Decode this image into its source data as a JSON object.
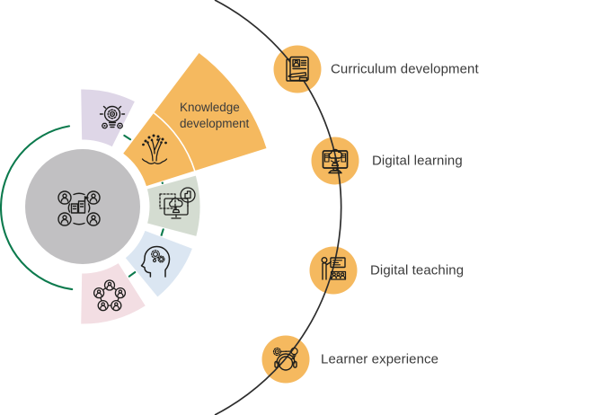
{
  "hub": {
    "icon": "campus-community-icon",
    "fill": "#c1c0c2"
  },
  "ring": {
    "arc_color": "#0c7a4d",
    "wedges": [
      {
        "id": "innovation",
        "icon": "lightbulb-gear-icon",
        "color": "#ded6e7",
        "label": ""
      },
      {
        "id": "knowledge-development",
        "icon": "growth-tree-icon",
        "color": "#f5b95f",
        "label": "Knowledge development"
      },
      {
        "id": "digital-campus",
        "icon": "monitor-cloud-search-icon",
        "color": "#d4dcd1",
        "label": ""
      },
      {
        "id": "cognition",
        "icon": "head-gears-icon",
        "color": "#dbe6f2",
        "label": ""
      },
      {
        "id": "community",
        "icon": "people-network-icon",
        "color": "#f3dee3",
        "label": ""
      }
    ]
  },
  "orbit": {
    "line_color": "#2d2d2d",
    "node_fill": "#f5b95f",
    "nodes": [
      {
        "label": "Curriculum development",
        "icon": "document-pen-icon"
      },
      {
        "label": "Digital learning",
        "icon": "monitor-cloud-download-icon"
      },
      {
        "label": "Digital teaching",
        "icon": "teacher-whiteboard-icon"
      },
      {
        "label": "Learner experience",
        "icon": "student-headset-idea-icon"
      }
    ]
  },
  "colors": {
    "text": "#3b3b3b",
    "icon_stroke": "#1d1d1b",
    "divider": "#ffffff"
  }
}
